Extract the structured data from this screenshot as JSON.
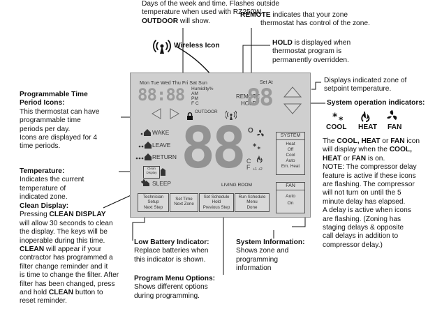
{
  "callouts": {
    "days_time": {
      "lines": [
        "Days of the week and time. Flashes outside",
        "temperature when used with RZ250W."
      ],
      "strong": "OUTDOOR",
      "rest": " will show."
    },
    "remote": {
      "strong": "REMOTE",
      "rest": " indicates that your zone",
      "line2": "thermostat has control of the zone."
    },
    "wireless": {
      "label": "Wireless Icon"
    },
    "hold": {
      "strong": "HOLD",
      "rest": " is displayed when",
      "lines": [
        "thermostat program is",
        "permanently overridden."
      ]
    },
    "setpoint": {
      "lines": [
        "Displays indicated zone of",
        "setpoint temperature."
      ]
    },
    "programmable": {
      "title": [
        "Programmable Time",
        "Period Icons:"
      ],
      "lines": [
        "This thermostat can have",
        "programmable time",
        "periods per day.",
        "Icons are displayed for 4",
        "time periods."
      ]
    },
    "temperature": {
      "title": "Temperature:",
      "lines": [
        "Indicates the current",
        "temperature of",
        "indicated zone."
      ]
    },
    "clean": {
      "title": "Clean Display:",
      "line1_pre": "Pressing ",
      "line1_strong": "CLEAN DISPLAY",
      "lines_a": [
        "will allow 30 seconds to clean",
        "the display. The keys will be",
        "inoperable during this time."
      ],
      "strong_clean": "CLEAN",
      "line_clean_rest": " will appear if your",
      "lines_b": [
        "contractor has programmed a",
        "filter change reminder and it",
        "is time to change the filter. After",
        "filter has been changed, press"
      ],
      "line_last_pre": "and hold ",
      "line_last_strong": "CLEAN",
      "line_last_rest": " button to",
      "line_end": "reset reminder."
    },
    "low_battery": {
      "title": "Low Battery Indicator:",
      "lines": [
        "Replace batteries when",
        "this indicator is shown."
      ]
    },
    "program_menu": {
      "title": "Program Menu Options:",
      "lines": [
        "Shows different options",
        "during programming."
      ]
    },
    "system_info": {
      "title": "System Information:",
      "lines": [
        "Shows zone and",
        "programming",
        "information"
      ]
    },
    "system_op": {
      "title": "System operation indicators:",
      "icon_labels": [
        "COOL",
        "HEAT",
        "FAN"
      ],
      "p1": {
        "pre": "The ",
        "s1": "COOL, HEAT",
        "mid": " or ",
        "s2": "FAN",
        "rest": " icon"
      },
      "p2": {
        "pre": "will display when the ",
        "s1": "COOL,"
      },
      "p3": {
        "s1": "HEAT",
        "mid": " or ",
        "s2": "FAN",
        "rest": " is on."
      },
      "lines": [
        "NOTE: The compressor delay",
        "feature is active if these icons",
        "are flashing. The compressor",
        "will not turn on until the 5",
        "minute delay has elapsed.",
        "A delay is active when icons",
        "are flashing. (Zoning has",
        "staging delays & opposite",
        "call delays in addition to",
        "compressor delay.)"
      ]
    }
  },
  "lcd": {
    "days": "Mon Tue Wed Thu  Fri  Sat Sun",
    "clock_digits": "88:88",
    "indicators": [
      "Humidity%",
      "AM",
      "PM",
      "F  C"
    ],
    "outdoor": "OUTDOOR",
    "remote": "REMOTE",
    "hold": "HOLD",
    "set_at": "Set At",
    "setpoint_digits": "88",
    "main_digits": "88",
    "degree": "O",
    "c_label": "C",
    "f_label": "F",
    "stage": "+1 +2",
    "periods": [
      "WAKE",
      "LEAVE",
      "RETURN",
      "SLEEP"
    ],
    "clean_box": [
      "Clean",
      "Display"
    ],
    "zone": "LIVING ROOM",
    "system_title": "SYSTEM",
    "system_modes": [
      "Heat",
      "Off",
      "Cool",
      "Auto",
      "Em. Heat"
    ],
    "fan_title": "FAN",
    "fan_modes": [
      "Auto",
      "On"
    ],
    "buttons": [
      [
        "Technician",
        "Setup",
        "Next Step"
      ],
      [
        "Set Time",
        "Next Zone"
      ],
      [
        "Set Schedule",
        "Hold",
        "Previous Step"
      ],
      [
        "Run Schedule",
        "Menu",
        "Done"
      ]
    ]
  }
}
